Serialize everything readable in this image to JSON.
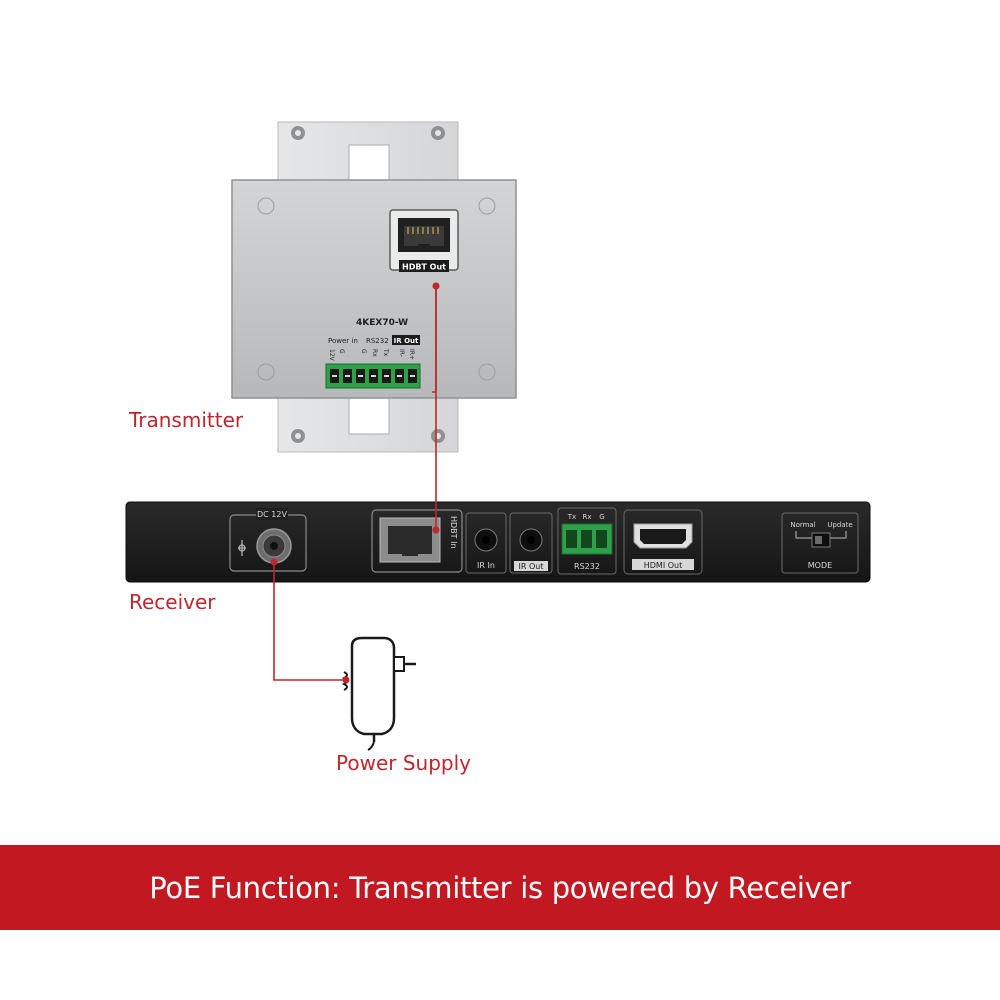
{
  "colors": {
    "accent_red": "#c21821",
    "connector_red": "#c0262d",
    "plate_grey": "#bfc1c2",
    "receiver_black": "#1f1f1f"
  },
  "transmitter": {
    "label": "Transmitter",
    "model": "4KEX70-W",
    "hdbt_out_label": "HDBT Out",
    "power_in_label": "Power in",
    "rs232_label": "RS232",
    "ir_out_label": "IR Out",
    "pins": [
      "G",
      "12V",
      "G",
      "Rx",
      "Tx",
      "IR-",
      "IR+"
    ]
  },
  "receiver": {
    "label": "Receiver",
    "dc_label": "DC 12V",
    "hdbt_in_label": "HDBT In",
    "ir_in_label": "IR In",
    "ir_out_label": "IR Out",
    "rs232_label": "RS232",
    "rs232_pins": [
      "Tx",
      "Rx",
      "G"
    ],
    "hdmi_out_label": "HDMI Out",
    "mode_label": "MODE",
    "mode_normal_label": "Normal",
    "mode_update_label": "Update"
  },
  "power_supply": {
    "label": "Power Supply"
  },
  "banner": {
    "text": "PoE Function: Transmitter is powered by Receiver"
  }
}
